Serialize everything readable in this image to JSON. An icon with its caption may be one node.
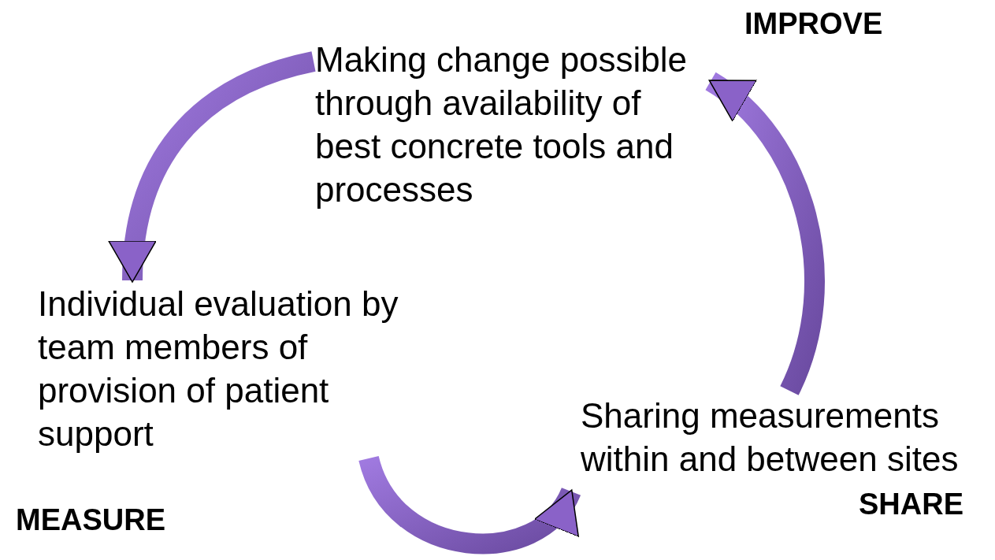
{
  "diagram": {
    "nodes": [
      {
        "text": [
          "Making change possible through availability of best concrete tools and processes"
        ]
      },
      {
        "text": [
          "Individual evaluation by team members of provision of patient support"
        ]
      },
      {
        "text": [
          "Sharing measurements within and between sites"
        ]
      }
    ],
    "edges": [
      {
        "from": 0,
        "to": 1,
        "arrow": "to",
        "style": "thick"
      },
      {
        "from": 1,
        "to": 2,
        "arrow": "to",
        "style": "thick"
      },
      {
        "from": 2,
        "to": 0,
        "arrow": "to",
        "style": "thick"
      }
    ],
    "labels": [
      "IMPROVE",
      "MEASURE",
      "SHARE"
    ]
  }
}
